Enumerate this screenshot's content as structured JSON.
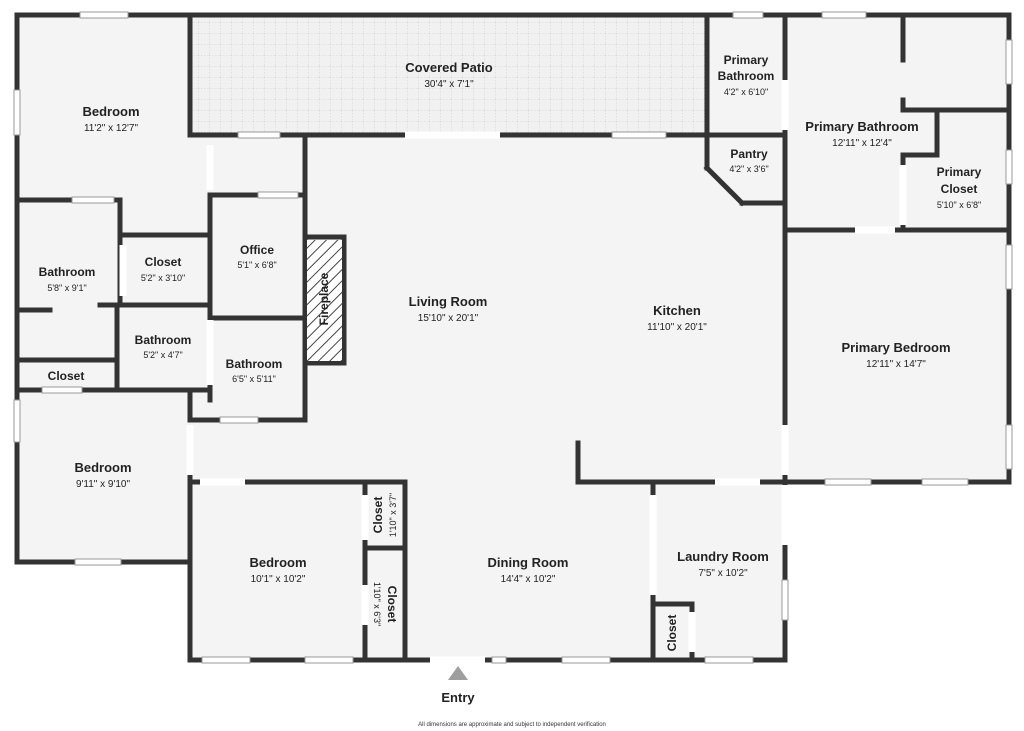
{
  "rooms": [
    {
      "id": "bedroom-nw",
      "name": "Bedroom",
      "dims": "11'2\" x 12'7\""
    },
    {
      "id": "covered-patio",
      "name": "Covered Patio",
      "dims": "30'4\" x 7'1\""
    },
    {
      "id": "primary-bathroom-small",
      "name_lines": [
        "Primary",
        "Bathroom"
      ],
      "dims": "4'2\" x 6'10\""
    },
    {
      "id": "primary-bathroom",
      "name": "Primary Bathroom",
      "dims": "12'11\" x 12'4\""
    },
    {
      "id": "primary-closet",
      "name_lines": [
        "Primary",
        "Closet"
      ],
      "dims": "5'10\" x 6'8\""
    },
    {
      "id": "pantry",
      "name": "Pantry",
      "dims": "4'2\" x 3'6\""
    },
    {
      "id": "bathroom-w",
      "name": "Bathroom",
      "dims": "5'8\" x 9'1\""
    },
    {
      "id": "closet-nw",
      "name": "Closet",
      "dims": "5'2\" x 3'10\""
    },
    {
      "id": "office",
      "name": "Office",
      "dims": "5'1\" x 6'8\""
    },
    {
      "id": "fireplace",
      "name": "Fireplace"
    },
    {
      "id": "living-room",
      "name": "Living Room",
      "dims": "15'10\" x 20'1\""
    },
    {
      "id": "kitchen",
      "name": "Kitchen",
      "dims": "11'10\" x 20'1\""
    },
    {
      "id": "primary-bedroom",
      "name": "Primary Bedroom",
      "dims": "12'11\" x 14'7\""
    },
    {
      "id": "bathroom-mid",
      "name": "Bathroom",
      "dims": "5'2\" x 4'7\""
    },
    {
      "id": "bathroom-hall",
      "name": "Bathroom",
      "dims": "6'5\" x 5'11\""
    },
    {
      "id": "closet-w",
      "name": "Closet"
    },
    {
      "id": "bedroom-sw",
      "name": "Bedroom",
      "dims": "9'11\" x 9'10\""
    },
    {
      "id": "bedroom-s",
      "name": "Bedroom",
      "dims": "10'1\" x 10'2\""
    },
    {
      "id": "closet-v1",
      "name": "Closet",
      "dims": "1'10\" x 3'7\""
    },
    {
      "id": "closet-v2",
      "name": "Closet",
      "dims": "1'10\" x 6'3\""
    },
    {
      "id": "dining-room",
      "name": "Dining Room",
      "dims": "14'4\" x 10'2\""
    },
    {
      "id": "laundry-room",
      "name": "Laundry Room",
      "dims": "7'5\" x 10'2\""
    },
    {
      "id": "closet-laundry",
      "name": "Closet"
    }
  ],
  "entry_label": "Entry",
  "disclaimer": "All dimensions are approximate and subject to independent verification",
  "colors": {
    "wall": "#333333",
    "floor": "#f4f4f4",
    "patio": "#f0f0f0",
    "arrow": "#9e9e9e"
  }
}
